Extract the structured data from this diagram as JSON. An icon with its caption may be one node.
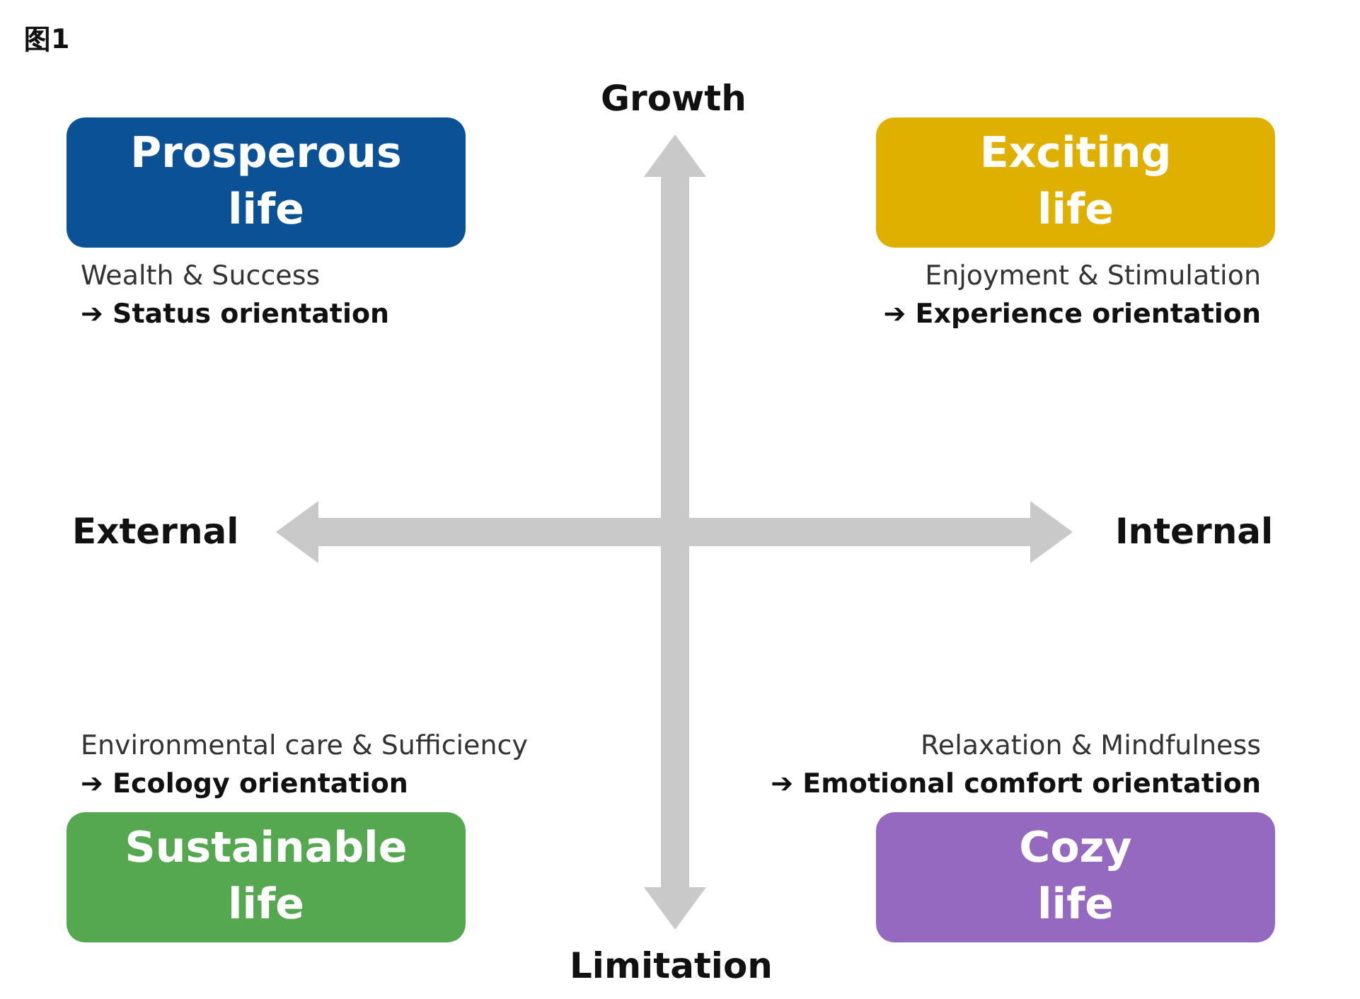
{
  "diagram": {
    "title": "图1",
    "nodes": [
      {
        "text": [
          "Prosperous life"
        ],
        "beside": [
          "Wealth & Success",
          "➔ Status orientation"
        ]
      },
      {
        "text": [
          "Exciting life"
        ],
        "beside": [
          "Enjoyment & Stimulation",
          "➔ Experience orientation"
        ]
      },
      {
        "text": [
          "Sustainable life"
        ],
        "beside": [
          "Environmental care & Sufficiency",
          "➔ Ecology orientation"
        ]
      },
      {
        "text": [
          "Cozy life"
        ],
        "beside": [
          "Relaxation & Mindfulness",
          "➔ Emotional comfort orientation"
        ]
      }
    ],
    "labels": [
      "Growth",
      "External",
      "Internal",
      "Limitation"
    ]
  }
}
